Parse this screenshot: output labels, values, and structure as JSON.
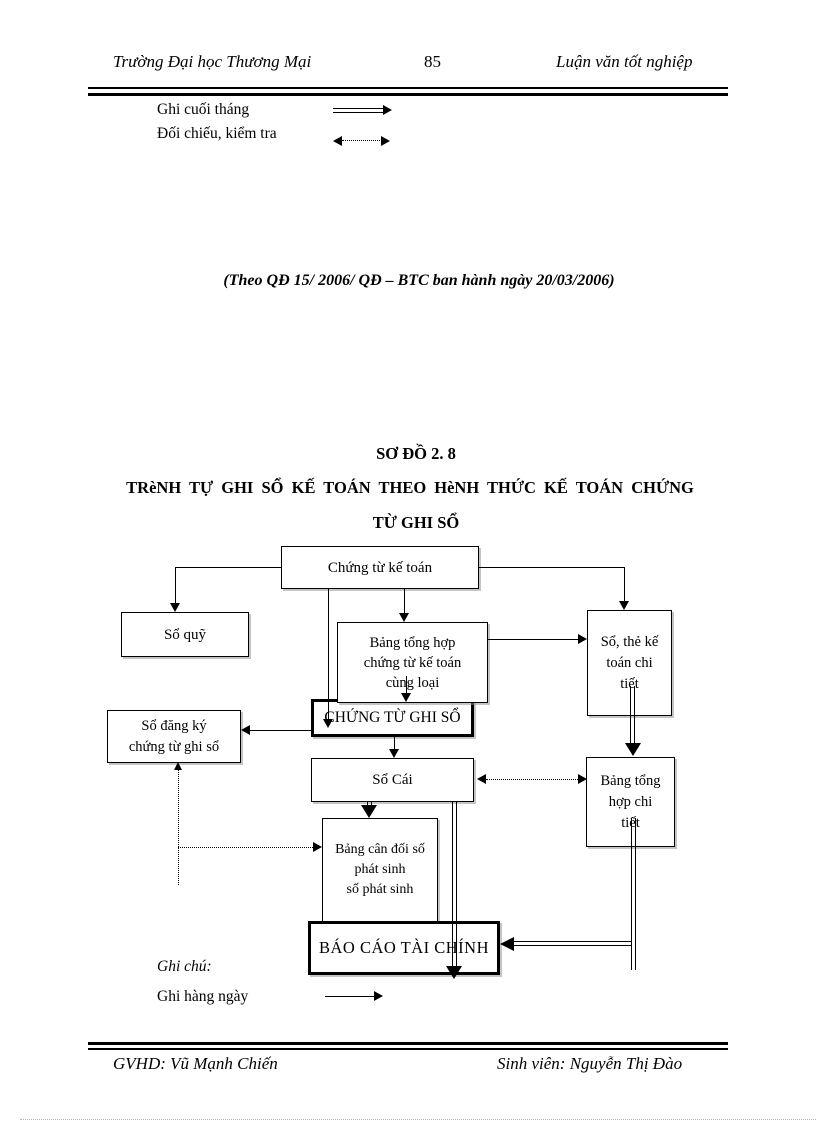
{
  "header": {
    "school": "Trường Đại học Thương Mại",
    "page_number": "85",
    "thesis": "Luận văn tốt nghiệp"
  },
  "legend_top": {
    "month_label": "Ghi cuối tháng",
    "check_label": "Đối chiếu, kiểm tra"
  },
  "note": "(Theo QĐ 15/ 2006/ QĐ – BTC ban hành ngày 20/03/2006)",
  "diagram": {
    "title_line1": "SƠ ĐỒ 2. 8",
    "title_line2": "TRèNH TỰ GHI SỔ KẾ TOÁN THEO HèNH THỨC KẾ TOÁN CHỨNG",
    "title_line3": "TỪ GHI SỔ",
    "boxes": {
      "chung_tu_ke_toan": {
        "label": "Chứng từ kế toán"
      },
      "so_quy": {
        "label": "Sổ quỹ"
      },
      "bang_tong_hop": {
        "lines": [
          "Bảng tổng hợp",
          "chứng từ kế toán",
          "cùng loại"
        ]
      },
      "so_the_ke_toan": {
        "lines": [
          "Sổ, thẻ kế",
          "toán chi",
          "tiết"
        ]
      },
      "chung_tu_ghi_so": {
        "label": "CHỨNG TỪ GHI SỔ"
      },
      "so_dang_ky": {
        "lines": [
          "Sổ đăng ký",
          "chứng từ ghi sổ"
        ]
      },
      "so_cai": {
        "label": "Sổ Cái"
      },
      "bang_tong_hop_chi_tiet": {
        "lines": [
          "Bảng tổng",
          "hợp chi",
          "tiết"
        ]
      },
      "bang_can_doi": {
        "lines": [
          "Bảng cân đối số",
          "phát sinh",
          "số phát sinh"
        ]
      },
      "bao_cao_tai_chinh": {
        "label": "BÁO CÁO TÀI CHÍNH"
      }
    }
  },
  "legend_bottom": {
    "caption": "Ghi chú:",
    "daily_label": "Ghi hàng ngày"
  },
  "footer": {
    "advisor": "GVHD: Vũ Mạnh Chiến",
    "student": "Sinh viên: Nguyễn Thị Đào"
  },
  "colors": {
    "ink": "#000000",
    "scan_shadow": "#8c8c8c",
    "faint_rule": "#b5b5b5"
  }
}
